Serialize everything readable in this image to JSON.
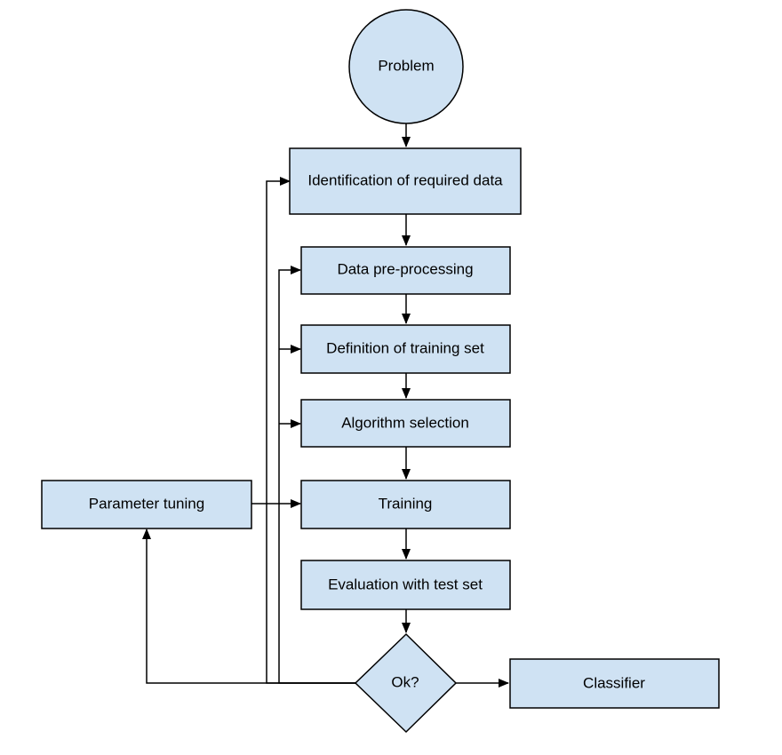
{
  "nodes": {
    "problem": "Problem",
    "identification": "Identification of required data",
    "preprocessing": "Data pre-processing",
    "training_set": "Definition of training set",
    "algorithm": "Algorithm selection",
    "training": "Training",
    "evaluation": "Evaluation with test set",
    "decision": "Ok?",
    "classifier": "Classifier",
    "parameter_tuning": "Parameter tuning"
  },
  "colors": {
    "node_fill": "#cfe2f3",
    "stroke": "#000000"
  }
}
